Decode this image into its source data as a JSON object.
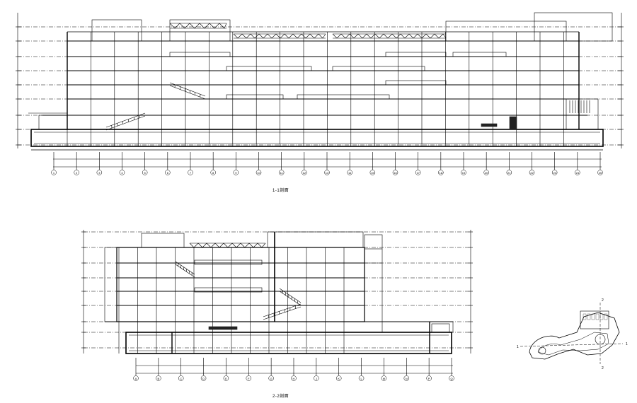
{
  "sections": [
    {
      "id": "section-1-1",
      "caption": "1-1剖面",
      "axis_labels": [
        "1",
        "2",
        "3",
        "4",
        "5",
        "6",
        "7",
        "8",
        "9",
        "10",
        "11",
        "12",
        "13",
        "14",
        "15",
        "16",
        "17",
        "18",
        "19",
        "20",
        "21",
        "22",
        "23",
        "24",
        "25"
      ]
    },
    {
      "id": "section-2-2",
      "caption": "2-2剖面",
      "axis_labels": [
        "A",
        "B",
        "C",
        "D",
        "E",
        "F",
        "G",
        "H",
        "J",
        "K",
        "L",
        "M",
        "N",
        "P",
        "Q"
      ]
    }
  ],
  "key_plan": {
    "markers": [
      "1",
      "1",
      "2",
      "2"
    ]
  },
  "colors": {
    "line": "#000000",
    "background": "#ffffff",
    "fill_dark": "#222222"
  }
}
